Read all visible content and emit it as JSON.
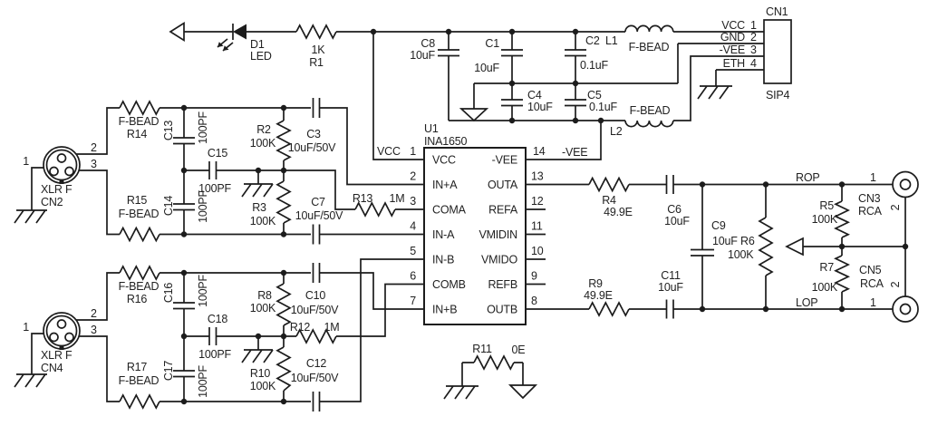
{
  "power": {
    "d1": {
      "ref": "D1",
      "value": "LED"
    },
    "r1": {
      "value": "1K",
      "ref": "R1"
    },
    "c8": {
      "ref": "C8",
      "value": "10uF"
    },
    "c1": {
      "ref": "C1",
      "value": "10uF"
    },
    "c2": {
      "ref": "C2",
      "value": "0.1uF"
    },
    "c4": {
      "ref": "C4",
      "value": "10uF"
    },
    "c5": {
      "ref": "C5",
      "value": "0.1uF"
    },
    "l1": {
      "ref": "L1",
      "value": "F-BEAD"
    },
    "l2": {
      "ref": "L2",
      "value": "F-BEAD"
    }
  },
  "cn1": {
    "ref": "CN1",
    "package": "SIP4",
    "pins": [
      {
        "name": "VCC",
        "num": "1"
      },
      {
        "name": "GND",
        "num": "2"
      },
      {
        "name": "-VEE",
        "num": "3"
      },
      {
        "name": "ETH",
        "num": "4"
      }
    ]
  },
  "ic": {
    "ref": "U1",
    "part": "INA1650",
    "left_pins": [
      {
        "num": "1",
        "name": "VCC"
      },
      {
        "num": "2",
        "name": "IN+A"
      },
      {
        "num": "3",
        "name": "COMA"
      },
      {
        "num": "4",
        "name": "IN-A"
      },
      {
        "num": "5",
        "name": "IN-B"
      },
      {
        "num": "6",
        "name": "COMB"
      },
      {
        "num": "7",
        "name": "IN+B"
      }
    ],
    "right_pins": [
      {
        "num": "14",
        "name": "-VEE"
      },
      {
        "num": "13",
        "name": "OUTA"
      },
      {
        "num": "12",
        "name": "REFA"
      },
      {
        "num": "11",
        "name": "VMIDIN"
      },
      {
        "num": "10",
        "name": "VMIDO"
      },
      {
        "num": "9",
        "name": "REFB"
      },
      {
        "num": "8",
        "name": "OUTB"
      }
    ]
  },
  "input_a": {
    "xlr": {
      "type": "XLR F",
      "ref": "CN2",
      "pins": [
        "1",
        "2",
        "3"
      ]
    },
    "r14": {
      "value": "F-BEAD",
      "ref": "R14"
    },
    "r15": {
      "ref": "R15",
      "value": "F-BEAD"
    },
    "c13": {
      "ref": "C13",
      "value": "100PF"
    },
    "c14": {
      "ref": "C14",
      "value": "100PF"
    },
    "c15": {
      "ref": "C15",
      "value": "100PF"
    },
    "r2": {
      "ref": "R2",
      "value": "100K"
    },
    "r3": {
      "ref": "R3",
      "value": "100K"
    },
    "c3": {
      "ref": "C3",
      "value": "10uF/50V"
    },
    "c7": {
      "ref": "C7",
      "value": "10uF/50V"
    },
    "r13": {
      "ref": "R13",
      "value": "1M"
    }
  },
  "input_b": {
    "xlr": {
      "type": "XLR F",
      "ref": "CN4",
      "pins": [
        "1",
        "2",
        "3"
      ]
    },
    "r16": {
      "value": "F-BEAD",
      "ref": "R16"
    },
    "r17": {
      "ref": "R17",
      "value": "F-BEAD"
    },
    "c16": {
      "ref": "C16",
      "value": "100PF"
    },
    "c17": {
      "ref": "C17",
      "value": "100PF"
    },
    "c18": {
      "ref": "C18",
      "value": "100PF"
    },
    "r8": {
      "ref": "R8",
      "value": "100K"
    },
    "r10": {
      "ref": "R10",
      "value": "100K"
    },
    "c10": {
      "ref": "C10",
      "value": "10uF/50V"
    },
    "c12": {
      "ref": "C12",
      "value": "10uF/50V"
    },
    "r12": {
      "ref": "R12",
      "value": "1M"
    }
  },
  "output": {
    "r4": {
      "ref": "R4",
      "value": "49.9E"
    },
    "c6": {
      "ref": "C6",
      "value": "10uF"
    },
    "c9": {
      "ref": "C9",
      "value": "10uF"
    },
    "r6": {
      "ref": "R6",
      "value": "100K"
    },
    "r9": {
      "ref": "R9",
      "value": "49.9E"
    },
    "c11": {
      "ref": "C11",
      "value": "10uF"
    },
    "r5": {
      "ref": "R5",
      "value": "100K"
    },
    "r7": {
      "ref": "R7",
      "value": "100K"
    },
    "rop": "ROP",
    "lop": "LOP",
    "cn3": {
      "ref": "CN3",
      "type": "RCA",
      "pins": [
        "1",
        "2"
      ]
    },
    "cn5": {
      "ref": "CN5",
      "type": "RCA",
      "pins": [
        "1",
        "2"
      ]
    }
  },
  "gnd_link": {
    "ref": "R11",
    "value": "0E"
  }
}
